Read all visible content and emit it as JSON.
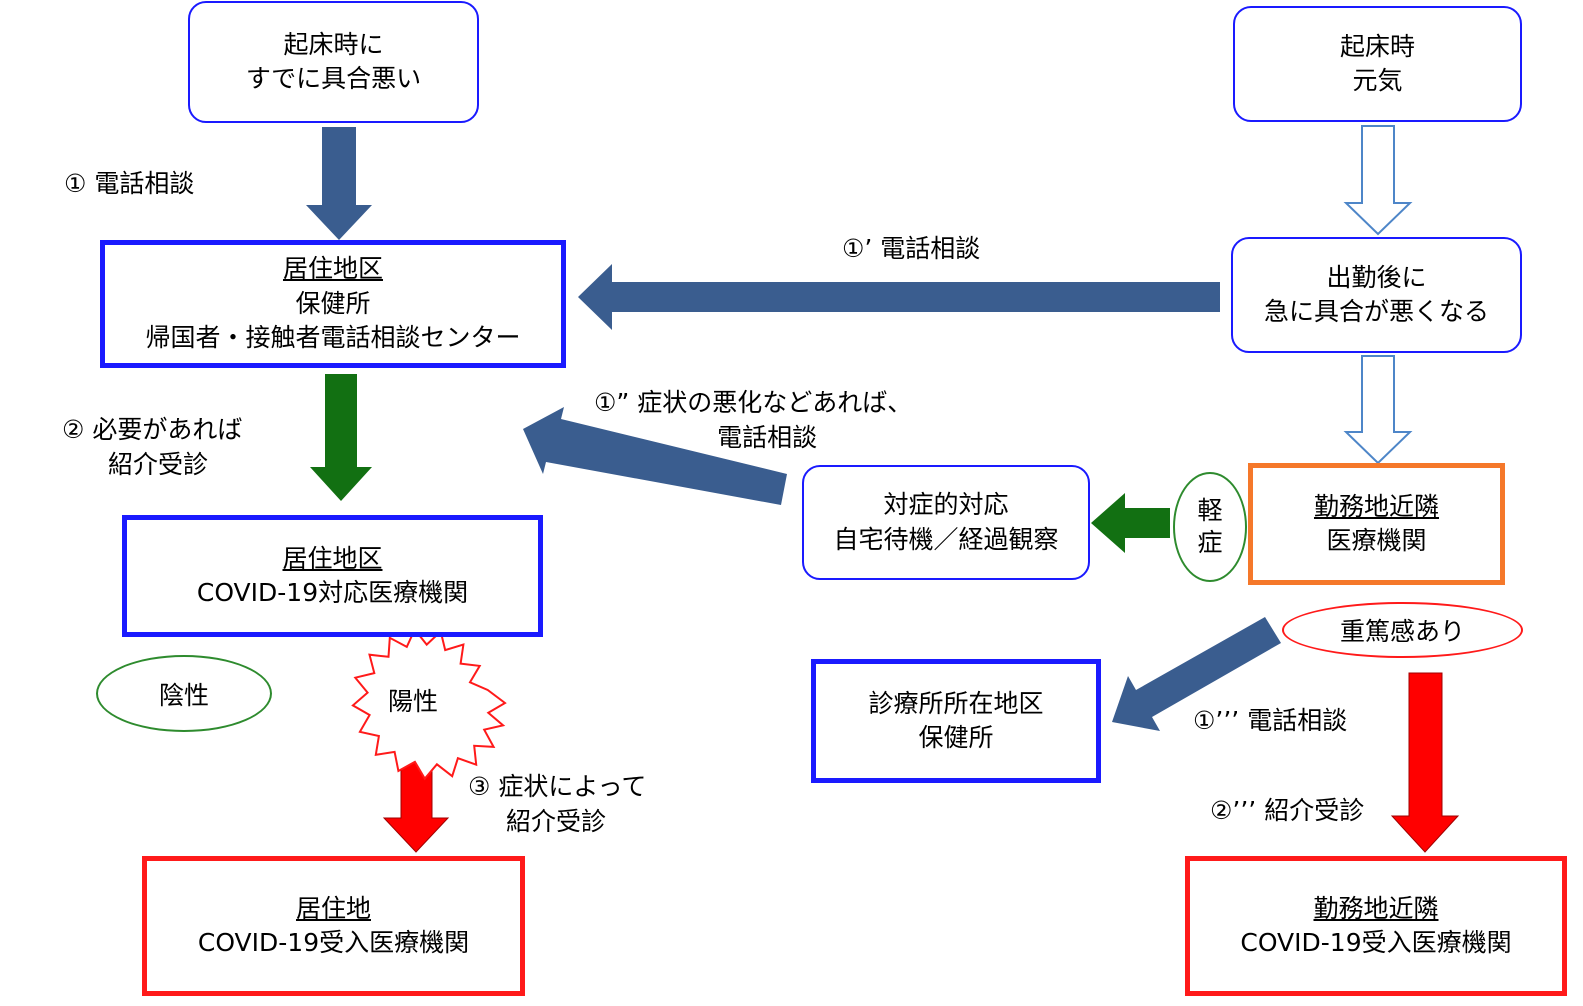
{
  "boxes": {
    "wake_sick": [
      "起床時に",
      "すでに具合悪い"
    ],
    "wake_fine": [
      "起床時",
      "元気"
    ],
    "health_center": {
      "title": "居住地区",
      "lines": [
        "保健所",
        "帰国者・接触者電話相談センター"
      ]
    },
    "sudden_sick": [
      "出勤後に",
      "急に具合が悪くなる"
    ],
    "symptomatic_care": [
      "対症的対応",
      "自宅待機／経過観察"
    ],
    "work_clinic": {
      "title": "勤務地近隣",
      "lines": [
        "医療機関"
      ]
    },
    "covid_clinic": {
      "title": "居住地区",
      "lines": [
        "COVID-19対応医療機関"
      ]
    },
    "clinic_health_center": [
      "診療所所在地区",
      "保健所"
    ],
    "home_hospital": {
      "title": "居住地",
      "lines": [
        "COVID-19受入医療機関"
      ]
    },
    "work_hospital": {
      "title": "勤務地近隣",
      "lines": [
        "COVID-19受入医療機関"
      ]
    }
  },
  "badges": {
    "mild": [
      "軽",
      "症"
    ],
    "negative": "陰性",
    "positive": "陽性",
    "severe": "重篤感あり"
  },
  "labels": {
    "step1": "① 電話相談",
    "step1_prime": "①’ 電話相談",
    "step1_dprime": [
      "①” 症状の悪化などあれば、",
      "電話相談"
    ],
    "step1_tprime": "①’’’ 電話相談",
    "step2": [
      "② 必要があれば",
      "紹介受診"
    ],
    "step2_tprime": "②’’’ 紹介受診",
    "step3": [
      "③ 症状によって",
      "紹介受診"
    ]
  },
  "colors": {
    "arrow_blue": "#3a5d8f",
    "arrow_green": "#127012",
    "arrow_red": "#ff0000",
    "border_blue": "#1a1aff",
    "border_red": "#ff1a1a",
    "border_orange": "#f5782a",
    "ellipse_green": "#2e8b2e"
  }
}
